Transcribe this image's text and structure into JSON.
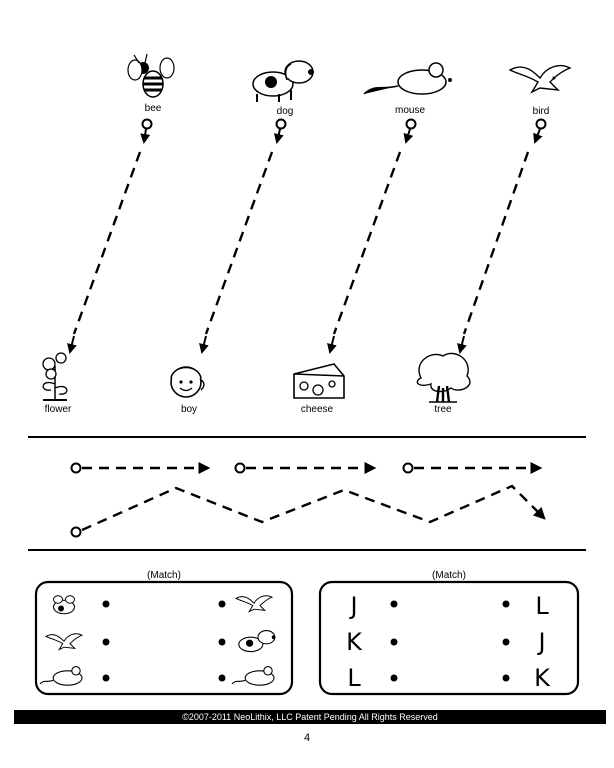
{
  "trace_section": {
    "top_labels": [
      "bee",
      "dog",
      "mouse",
      "bird"
    ],
    "bottom_labels": [
      "flower",
      "boy",
      "cheese",
      "tree"
    ]
  },
  "match_left": {
    "title": "(Match)",
    "left_items": [
      "bee",
      "bird",
      "mouse"
    ],
    "right_items": [
      "bird",
      "dog",
      "mouse"
    ]
  },
  "match_right": {
    "title": "(Match)",
    "left_letters": [
      "J",
      "K",
      "L"
    ],
    "right_letters": [
      "L",
      "J",
      "K"
    ]
  },
  "footer": {
    "copyright": "©2007-2011 NeoLithix, LLC  Patent Pending  All Rights Reserved",
    "page_number": "4"
  },
  "colors": {
    "ink": "#000000",
    "paper": "#ffffff"
  },
  "icons": [
    "bee-icon",
    "dog-icon",
    "mouse-icon",
    "bird-icon",
    "flower-icon",
    "boy-icon",
    "cheese-icon",
    "tree-icon",
    "start-circle-icon",
    "arrow-icon"
  ]
}
